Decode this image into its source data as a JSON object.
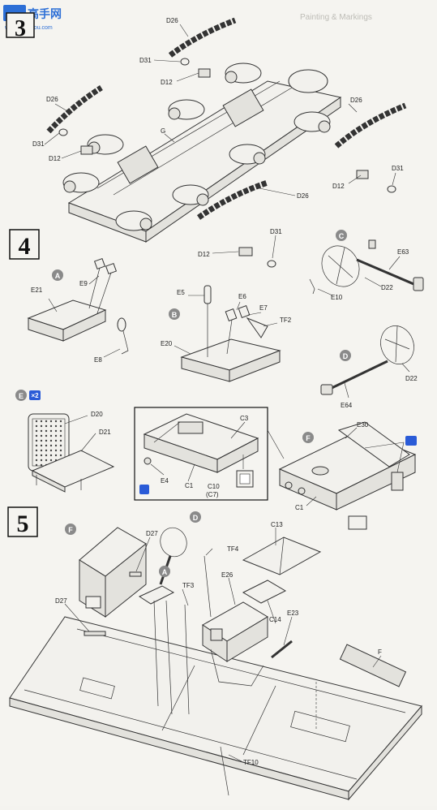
{
  "watermark": {
    "site_text": "高手网",
    "url": "www.gaoshou.com",
    "header_ghost": "Painting & Markings"
  },
  "steps": [
    {
      "number": "3"
    },
    {
      "number": "4"
    },
    {
      "number": "5"
    }
  ],
  "callouts": {
    "A": "A",
    "B": "B",
    "C": "C",
    "D": "D",
    "E": "E",
    "F": "F",
    "E_multiplier": "×2"
  },
  "colors": {
    "paper": "#f5f4f0",
    "ink": "#222222",
    "callout_gray": "#8a8a8a",
    "accent_blue": "#2a5bd7"
  },
  "labels": {
    "s3": {
      "D26_top": "D26",
      "D31_top": "D31",
      "D12_top": "D12",
      "D26_left": "D26",
      "D31_left": "D31",
      "D12_left": "D12",
      "G": "G",
      "D26_right": "D26",
      "D12_right": "D12",
      "D31_right": "D31",
      "D26_bottom": "D26",
      "D31_bottom": "D31",
      "D12_bottom": "D12"
    },
    "s4": {
      "E9": "E9",
      "E21": "E21",
      "E8": "E8",
      "E5": "E5",
      "E6": "E6",
      "E7": "E7",
      "TF2": "TF2",
      "E20": "E20",
      "E63": "E63",
      "E10": "E10",
      "D22_c": "D22",
      "E64": "E64",
      "D22_d": "D22",
      "D20": "D20",
      "D21": "D21",
      "C3": "C3",
      "E4": "E4",
      "C1_in": "C1",
      "C10": "C10",
      "C7": "(C7)",
      "E30": "E30",
      "C1_out": "C1"
    },
    "s5": {
      "D27_a": "D27",
      "TF4": "TF4",
      "C13": "C13",
      "E26": "E26",
      "TF3": "TF3",
      "C14": "C14",
      "D27_b": "D27",
      "E23": "E23",
      "F": "F",
      "TF10": "TF10"
    }
  }
}
